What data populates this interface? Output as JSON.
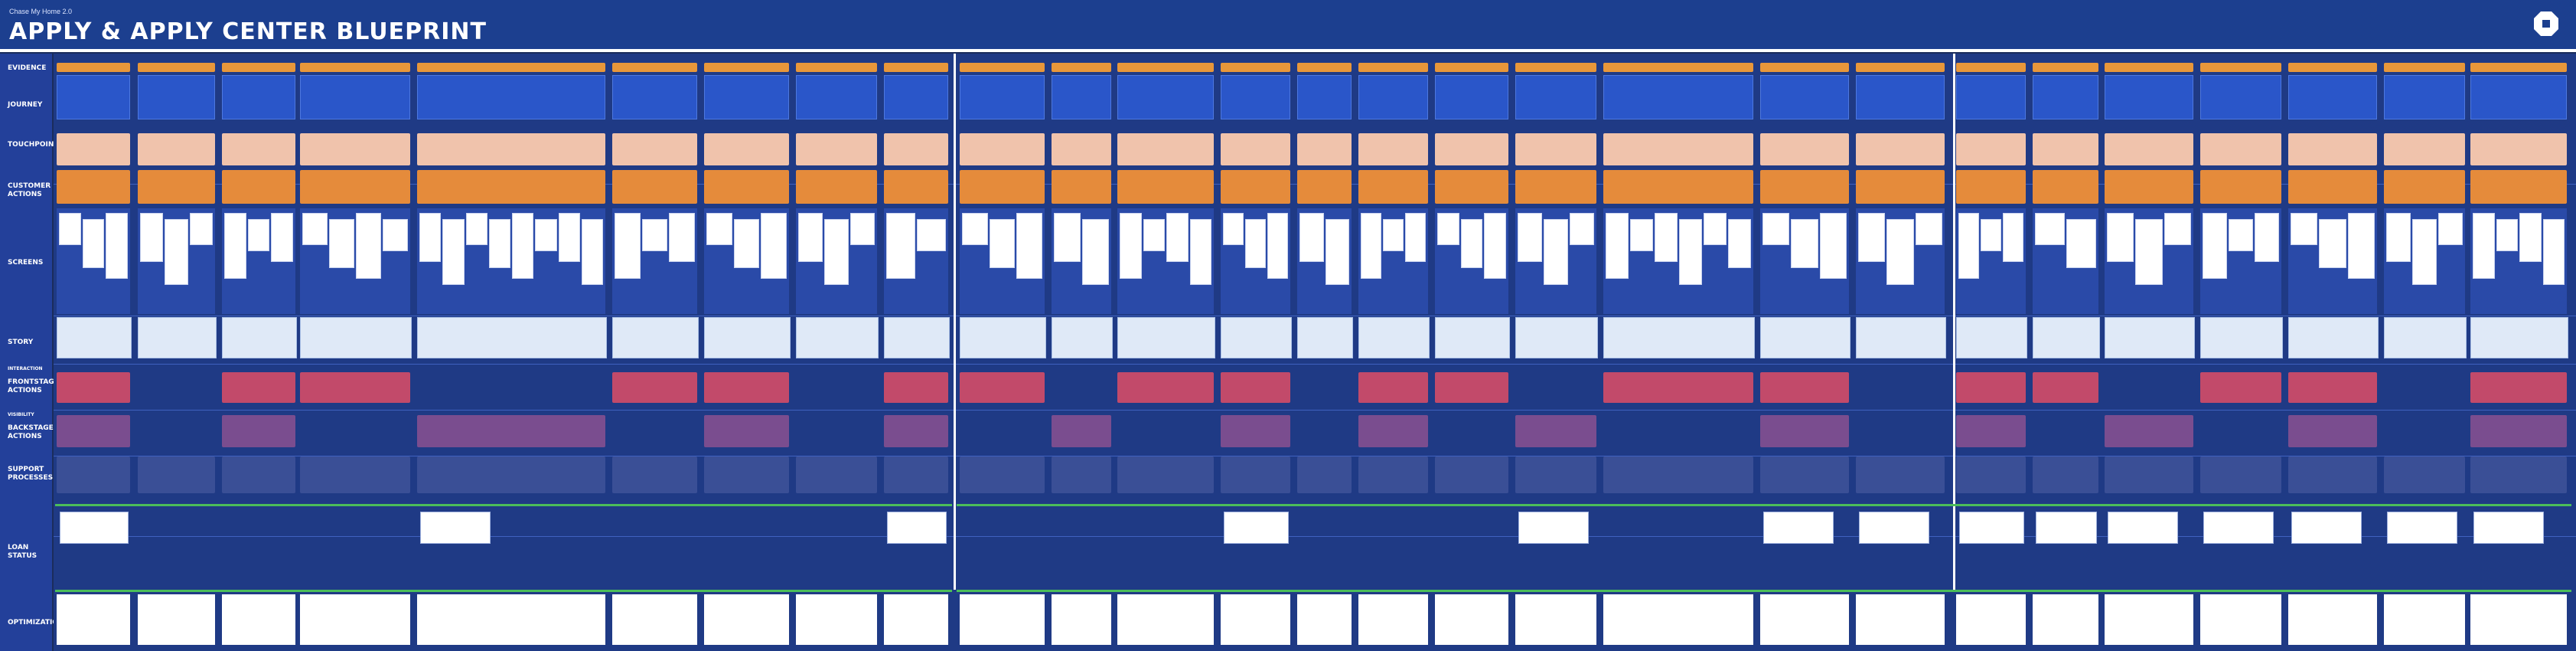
{
  "header": {
    "subtitle": "Chase My Home 2.0",
    "title": "APPLY & APPLY CENTER BLUEPRINT",
    "logo_icon": "chase-octagon-icon"
  },
  "row_labels": {
    "evidence": "EVIDENCE",
    "journey": "JOURNEY",
    "touchpoint": "TOUCHPOINT",
    "customer_actions": "CUSTOMER ACTIONS",
    "screens": "SCREENS",
    "story": "STORY",
    "interaction": "INTERACTION",
    "frontstage": "FRONTSTAGE ACTIONS",
    "visibility": "VISIBILITY",
    "backstage": "BACKSTAGE ACTIONS",
    "support": "SUPPORT PROCESSES",
    "loan_status": "LOAN STATUS",
    "optimization": "OPTIMIZATION"
  },
  "colors": {
    "header": "#1c3f8f",
    "board": "#1f3a85",
    "stage": "#e8973a",
    "touchpoint": "#f0c3ac",
    "customer_action": "#e58b3b",
    "frontstage": "#c24a6a",
    "backstage": "#7a4d8f",
    "milestone": "#4bbd5a"
  }
}
